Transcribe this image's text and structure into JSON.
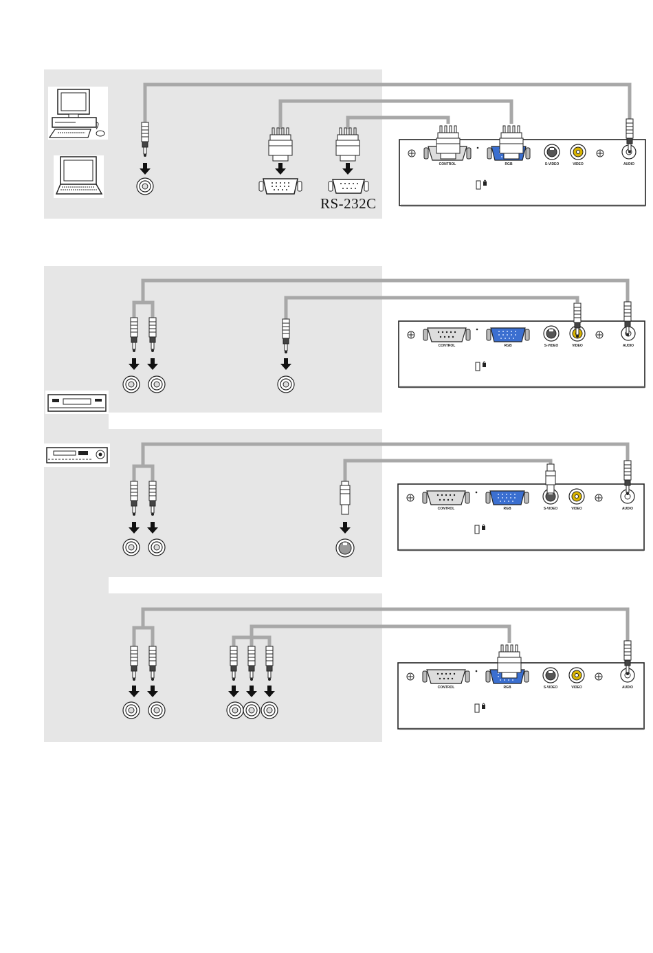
{
  "labels": {
    "rs232c": "RS-232C"
  },
  "port_labels": [
    "CONTROL",
    "RGB",
    "S-VIDEO",
    "VIDEO",
    "AUDIO"
  ],
  "panels": [
    {
      "name": "computer-connection",
      "devices": [
        "desktop-computer-icon",
        "laptop-computer-icon"
      ]
    },
    {
      "name": "video-composite-connection",
      "devices": [
        "vcr-icon"
      ]
    },
    {
      "name": "s-video-connection",
      "devices": [
        "dvd-player-icon"
      ]
    },
    {
      "name": "component-connection",
      "devices": []
    }
  ],
  "colors": {
    "panel_bg": "#e6e6e6",
    "cable": "#a8a8a8",
    "outline": "#222222",
    "rgb_port": "#3b6fd0",
    "video_port": "#d9b400"
  }
}
